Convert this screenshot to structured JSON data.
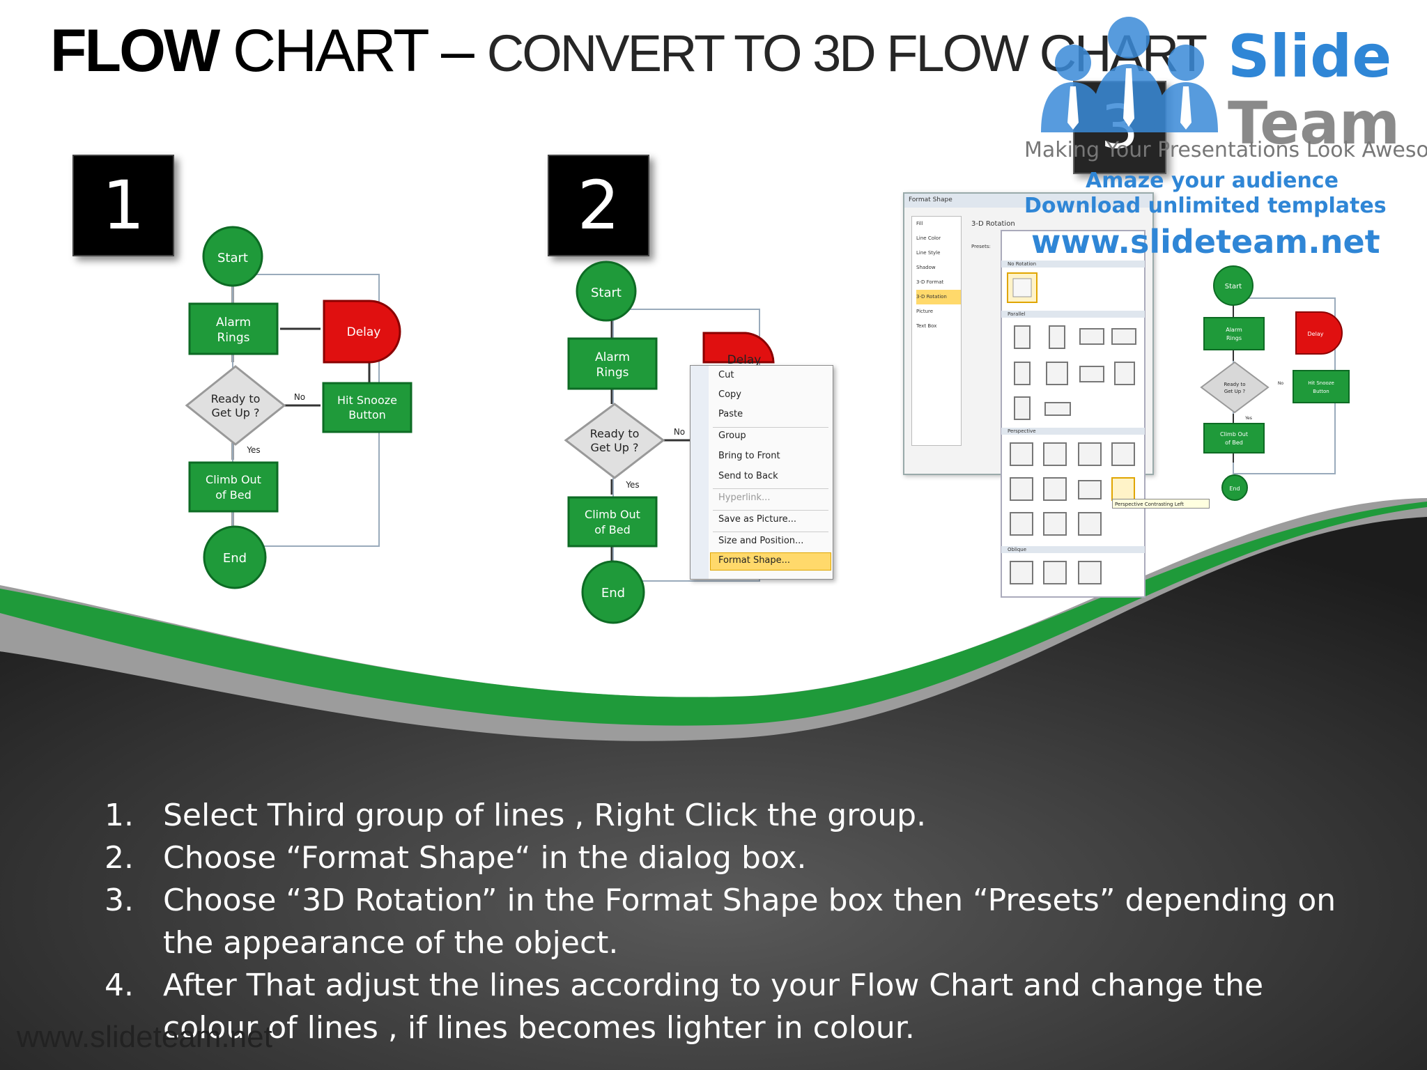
{
  "title": {
    "bold": "FLOW",
    "rest": " CHART – ",
    "subtitle": "CONVERT TO 3D FLOW CHART"
  },
  "badges": [
    "1",
    "2",
    "3"
  ],
  "flowchart": {
    "start": "Start",
    "alarm": [
      "Alarm",
      "Rings"
    ],
    "delay": "Delay",
    "ready": [
      "Ready to",
      "Get Up ?"
    ],
    "snooze": [
      "Hit Snooze",
      "Button"
    ],
    "climb": [
      "Climb Out",
      "of Bed"
    ],
    "end": "End",
    "no": "No",
    "yes": "Yes"
  },
  "context_menu": {
    "items": [
      "Cut",
      "Copy",
      "Paste",
      "Group",
      "Bring to Front",
      "Send to Back",
      "Hyperlink...",
      "Save as Picture...",
      "Size and Position...",
      "Format Shape..."
    ]
  },
  "format_dialog": {
    "title": "Format Shape",
    "left_items": [
      "Fill",
      "Line Color",
      "Line Style",
      "Shadow",
      "3-D Format",
      "3-D Rotation",
      "Picture",
      "Text Box"
    ],
    "section": "3-D Rotation",
    "presets_label": "Presets:",
    "gallery_headers": [
      "No Rotation",
      "Parallel",
      "Perspective",
      "Oblique"
    ],
    "tooltip": "Perspective Contrasting Left"
  },
  "steps": [
    {
      "num": "1.",
      "text": "Select Third group  of lines , Right Click the group."
    },
    {
      "num": "2.",
      "text": "Choose “Format  Shape“ in the dialog box."
    },
    {
      "num": "3.",
      "text": "Choose “3D Rotation” in the Format  Shape box then “Presets” depending on the appearance of the object."
    },
    {
      "num": "4.",
      "text": "After That adjust the lines according to your Flow Chart and change the colour of lines , if lines becomes lighter in colour."
    }
  ],
  "logo": {
    "slide": "Slide",
    "team": "Team",
    "tagline": "Making Your Presentations Look Awesome",
    "line1": "Amaze your audience",
    "line2": "Download unlimited templates",
    "url": "www.slideteam.net"
  },
  "footer": "www.slideteam.net",
  "colors": {
    "green": "#1f9a3a",
    "dark": "#2b2b2b",
    "red": "#e01010",
    "accent": "#2f86d6"
  }
}
